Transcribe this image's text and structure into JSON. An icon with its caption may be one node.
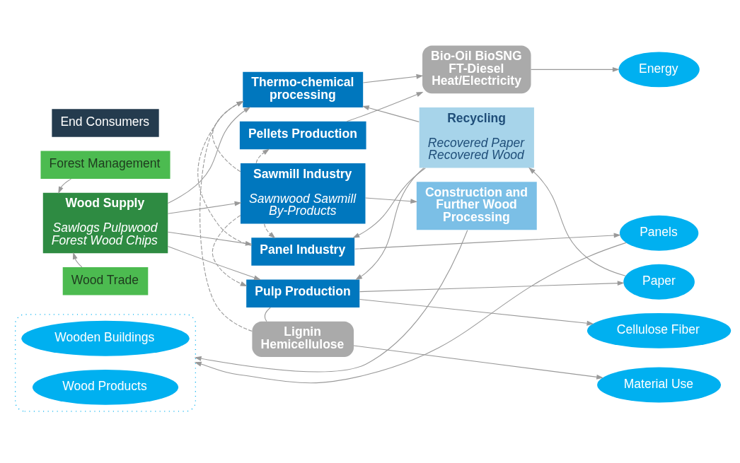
{
  "diagram": {
    "nodes": [
      {
        "text": [
          "Forest Management"
        ]
      },
      {
        "text": [
          "Wood Supply",
          "Sawlogs Pulpwood Forest Wood Chips"
        ]
      },
      {
        "text": [
          "Wood Trade"
        ]
      },
      {
        "text": [
          "Thermo-chemical processing"
        ]
      },
      {
        "text": [
          "Pellets Production"
        ]
      },
      {
        "text": [
          "Sawmill Industry",
          "Sawnwood Sawmill By-Products"
        ]
      },
      {
        "text": [
          "Panel Industry"
        ]
      },
      {
        "text": [
          "Pulp Production"
        ]
      },
      {
        "text": [
          "Lignin Hemicellulose"
        ]
      },
      {
        "text": [
          "Bio-Oil BioSNG FT-Diesel Heat/Electricity"
        ]
      },
      {
        "text": [
          "Construction and Further Wood Processing"
        ]
      },
      {
        "text": [
          "Recycling",
          "Recovered Paper Recovered Wood"
        ]
      },
      {
        "text": [
          "Energy"
        ]
      },
      {
        "text": [],
        "shape": "box"
      },
      {
        "text": [
          "Wooden Buildings"
        ],
        "in": 13
      },
      {
        "text": [
          "Wood Products"
        ],
        "in": 13
      },
      {
        "text": [
          "Panels"
        ]
      },
      {
        "text": [
          "Paper"
        ]
      },
      {
        "text": [
          "Cellulose Fiber"
        ]
      },
      {
        "text": [
          "Material Use"
        ]
      },
      {
        "text": [
          "End Consumers"
        ]
      }
    ],
    "edges": [
      {
        "from": 0,
        "to": 1,
        "arrow": "to"
      },
      {
        "from": 2,
        "to": 1,
        "arrow": "to"
      },
      {
        "from": 1,
        "to": 3,
        "arrow": "to"
      },
      {
        "from": 1,
        "to": 5,
        "arrow": "to"
      },
      {
        "from": 1,
        "to": 6,
        "arrow": "to"
      },
      {
        "from": 1,
        "to": 7,
        "arrow": "to"
      },
      {
        "from": 3,
        "to": 9,
        "arrow": "to"
      },
      {
        "from": 4,
        "to": 9,
        "arrow": "to"
      },
      {
        "from": 9,
        "to": 12,
        "arrow": "to"
      },
      {
        "from": 5,
        "to": 4,
        "arrow": "to",
        "style": "dashed"
      },
      {
        "from": 5,
        "to": 3,
        "arrow": "to",
        "style": "dashed"
      },
      {
        "from": 6,
        "to": 3,
        "arrow": "to",
        "style": "dashed"
      },
      {
        "from": 8,
        "to": 3,
        "arrow": "to",
        "style": "dashed"
      },
      {
        "from": 5,
        "to": 6,
        "arrow": "to",
        "style": "dashed"
      },
      {
        "from": 5,
        "to": 7,
        "arrow": "to",
        "style": "dashed"
      },
      {
        "from": 7,
        "to": 8,
        "arrow": "none"
      },
      {
        "from": 5,
        "to": 10,
        "arrow": "to"
      },
      {
        "from": 10,
        "to": 13,
        "arrow": "to"
      },
      {
        "from": 16,
        "to": 13,
        "arrow": "to"
      },
      {
        "from": 6,
        "to": 16,
        "arrow": "to"
      },
      {
        "from": 17,
        "to": 11,
        "arrow": "to"
      },
      {
        "from": 11,
        "to": 6,
        "arrow": "to"
      },
      {
        "from": 11,
        "to": 7,
        "arrow": "to"
      },
      {
        "from": 7,
        "to": 17,
        "arrow": "to"
      },
      {
        "from": 7,
        "to": 18,
        "arrow": "to"
      },
      {
        "from": 8,
        "to": 19,
        "arrow": "to"
      },
      {
        "from": 11,
        "to": 3,
        "arrow": "to"
      }
    ]
  }
}
